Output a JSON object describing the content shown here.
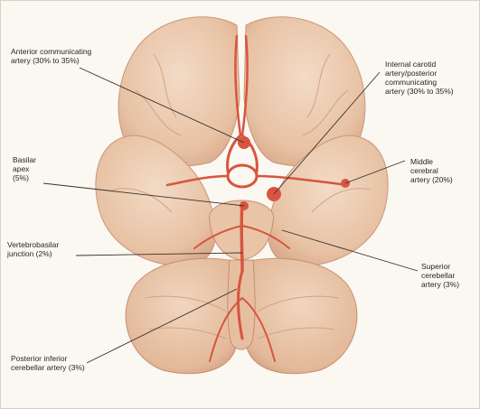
{
  "labels": {
    "anterior_communicating": "Anterior communicating\nartery (30% to 35%)",
    "internal_carotid": "Internal carotid\nartery/posterior\ncommunicating\nartery (30% to 35%)",
    "basilar_apex": "Basilar\napex\n(5%)",
    "middle_cerebral": "Middle\ncerebral\nartery (20%)",
    "vertebrobasilar": "Vertebrobasilar\njunction (2%)",
    "superior_cerebellar": "Superior\ncerebellar\nartery (3%)",
    "posterior_inferior_cerebellar": "Posterior inferior\ncerebellar artery (3%)"
  },
  "colors": {
    "brain_fill": "#edcaae",
    "brain_shadow": "#d6a487",
    "artery": "#d7553f",
    "leader_line": "#3a302b",
    "background": "#fbf7f1"
  }
}
